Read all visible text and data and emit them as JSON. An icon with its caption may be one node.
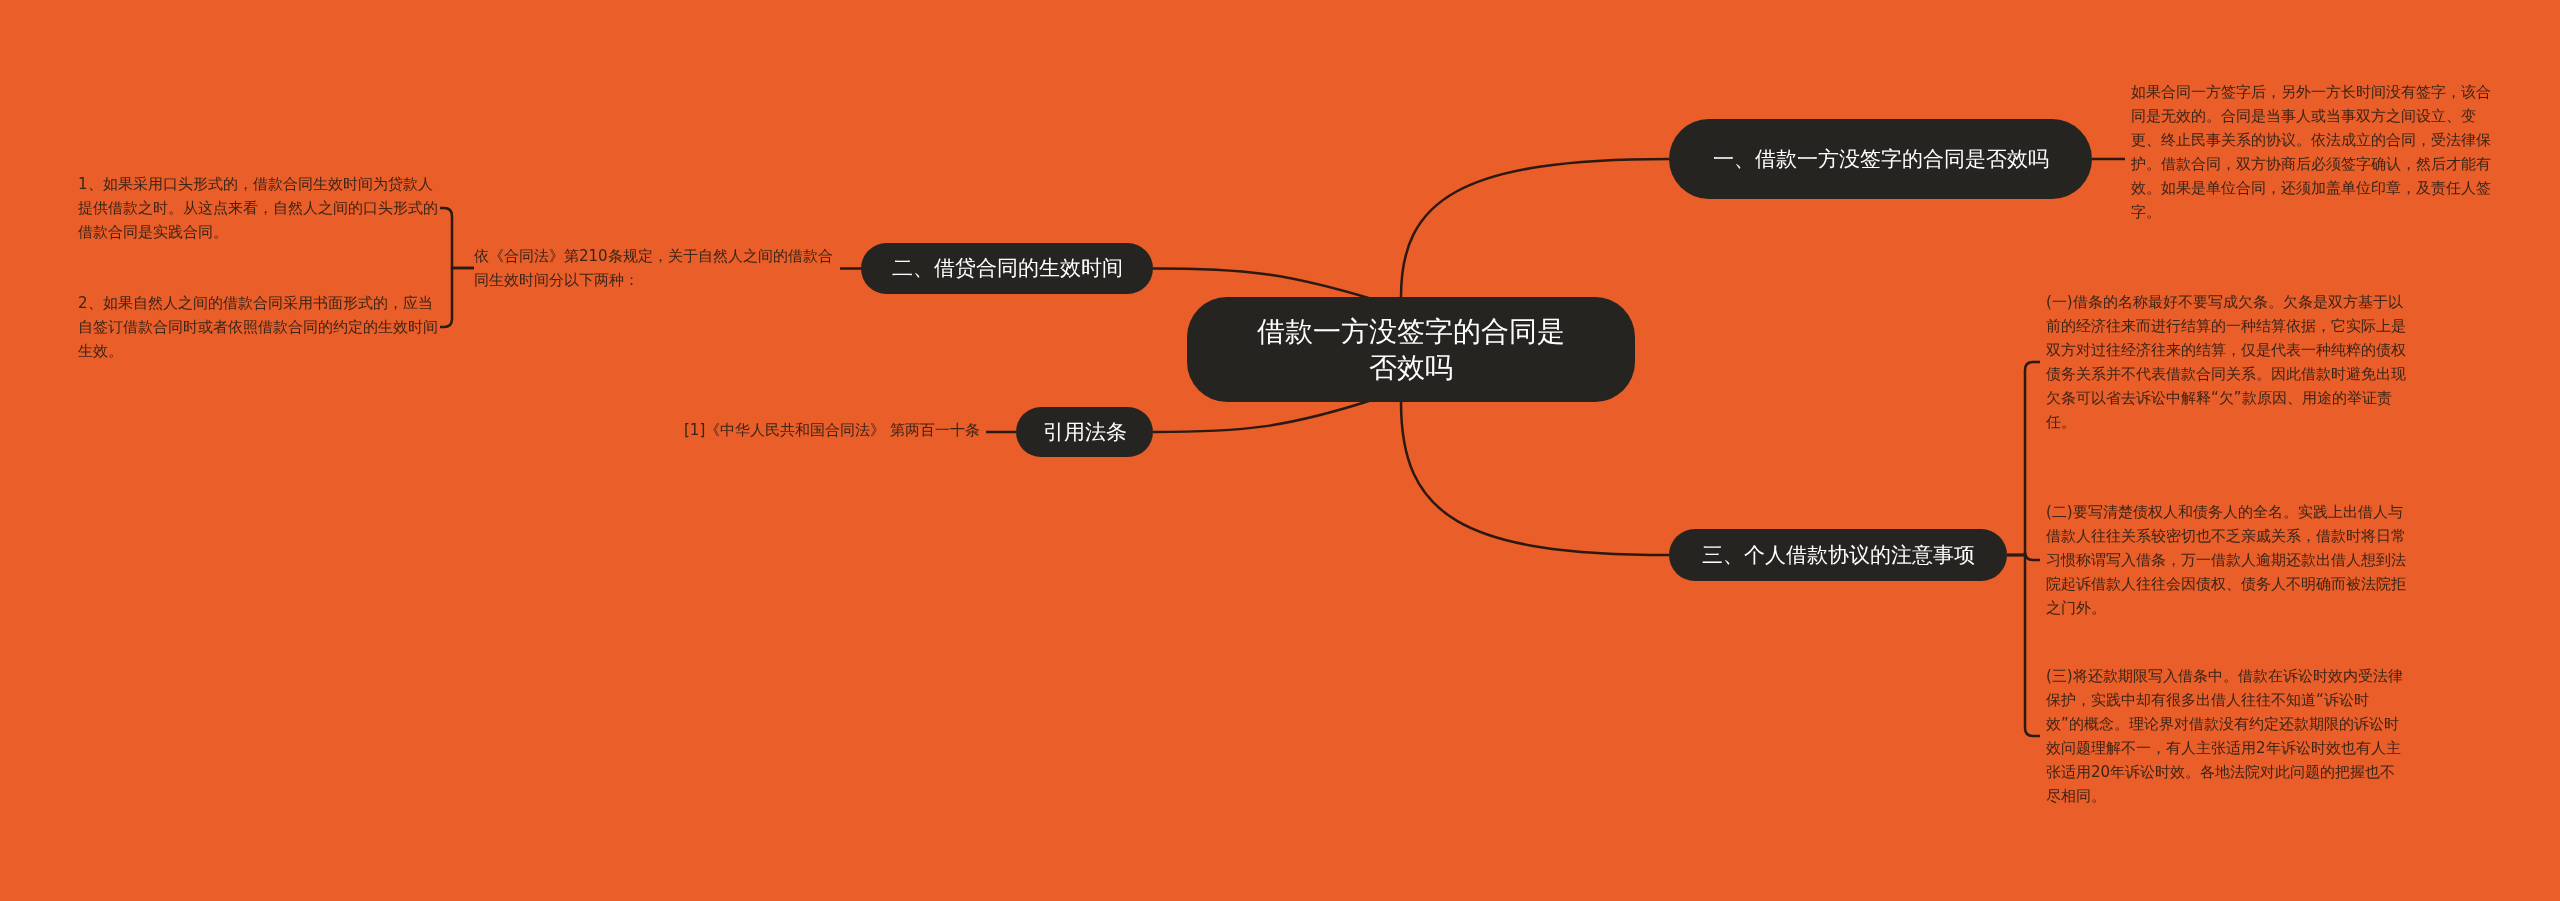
{
  "diagram": {
    "nodes": [
      {
        "text": [
          "借款一方没签字的合同是否效吗"
        ]
      },
      {
        "text": [
          "一、借款一方没签字的合同是否效吗"
        ]
      },
      {
        "text": [
          "如果合同一方签字后，另外一方长时间没有签字，该合同是无效的。合同是当事人或当事双方之间设立、变更、终止民事关系的协议。依法成立的合同，受法律保护。借款合同，双方协商后必须签字确认，然后才能有效。如果是单位合同，还须加盖单位印章，及责任人签字。"
        ]
      },
      {
        "text": [
          "二、借贷合同的生效时间"
        ]
      },
      {
        "text": [
          "依《合同法》第210条规定，关于自然人之间的借款合同生效时间分以下两种："
        ]
      },
      {
        "text": [
          "1、如果采用口头形式的，借款合同生效时间为贷款人提供借款之时。从这点来看，自然人之间的口头形式的借款合同是实践合同。"
        ]
      },
      {
        "text": [
          "2、如果自然人之间的借款合同采用书面形式的，应当自签订借款合同时或者依照借款合同的约定的生效时间生效。"
        ]
      },
      {
        "text": [
          "三、个人借款协议的注意事项"
        ]
      },
      {
        "text": [
          "(一)借条的名称最好不要写成欠条。欠条是双方基于以前的经济往来而进行结算的一种结算依据，它实际上是双方对过往经济往来的结算，仅是代表一种纯粹的债权债务关系并不代表借款合同关系。因此借款时避免出现欠条可以省去诉讼中解释“欠”款原因、用途的举证责任。"
        ]
      },
      {
        "text": [
          "(二)要写清楚债权人和债务人的全名。实践上出借人与借款人往往关系较密切也不乏亲戚关系，借款时将日常习惯称谓写入借条，万一借款人逾期还款出借人想到法院起诉借款人往往会因债权、债务人不明确而被法院拒之门外。"
        ]
      },
      {
        "text": [
          "(三)将还款期限写入借条中。借款在诉讼时效内受法律保护，实践中却有很多出借人往往不知道“诉讼时效”的概念。理论界对借款没有约定还款期限的诉讼时效问题理解不一，有人主张适用2年诉讼时效也有人主张适用20年诉讼时效。各地法院对此问题的把握也不尽相同。"
        ]
      },
      {
        "text": [
          "引用法条"
        ]
      },
      {
        "text": [
          "[1]《中华人民共和国合同法》 第两百一十条"
        ]
      }
    ],
    "edges": [
      {
        "from": 0,
        "to": 1,
        "arrow": "none"
      },
      {
        "from": 1,
        "to": 2,
        "arrow": "none"
      },
      {
        "from": 0,
        "to": 3,
        "arrow": "none"
      },
      {
        "from": 3,
        "to": 4,
        "arrow": "none"
      },
      {
        "from": 4,
        "to": 5,
        "arrow": "none"
      },
      {
        "from": 4,
        "to": 6,
        "arrow": "none"
      },
      {
        "from": 0,
        "to": 7,
        "arrow": "none"
      },
      {
        "from": 7,
        "to": 8,
        "arrow": "none"
      },
      {
        "from": 7,
        "to": 9,
        "arrow": "none"
      },
      {
        "from": 7,
        "to": 10,
        "arrow": "none"
      },
      {
        "from": 0,
        "to": 11,
        "arrow": "none"
      },
      {
        "from": 11,
        "to": 12,
        "arrow": "none"
      }
    ]
  }
}
